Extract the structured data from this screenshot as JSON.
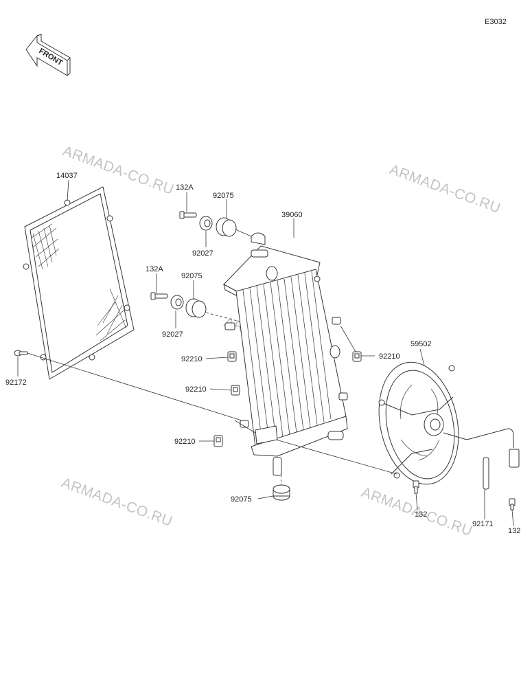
{
  "diagram_code": "E3032",
  "front_label": "FRONT",
  "watermarks": [
    "ARMADA-CO.RU",
    "ARMADA-CO.RU",
    "ARMADA-CO.RU",
    "ARMADA-CO.RU",
    "ARMADA-CO.RU"
  ],
  "part_labels": {
    "p14037": "14037",
    "p132A_a": "132A",
    "p92075_a": "92075",
    "p92027_a": "92027",
    "p39060": "39060",
    "p132A_b": "132A",
    "p92075_b": "92075",
    "p92027_b": "92027",
    "p92210_a": "92210",
    "p92210_b": "92210",
    "p92210_c": "92210",
    "p92210_d": "92210",
    "p59502": "59502",
    "p92172": "92172",
    "p92075_c": "92075",
    "p132_a": "132",
    "p92171": "92171",
    "p132_b": "132"
  }
}
